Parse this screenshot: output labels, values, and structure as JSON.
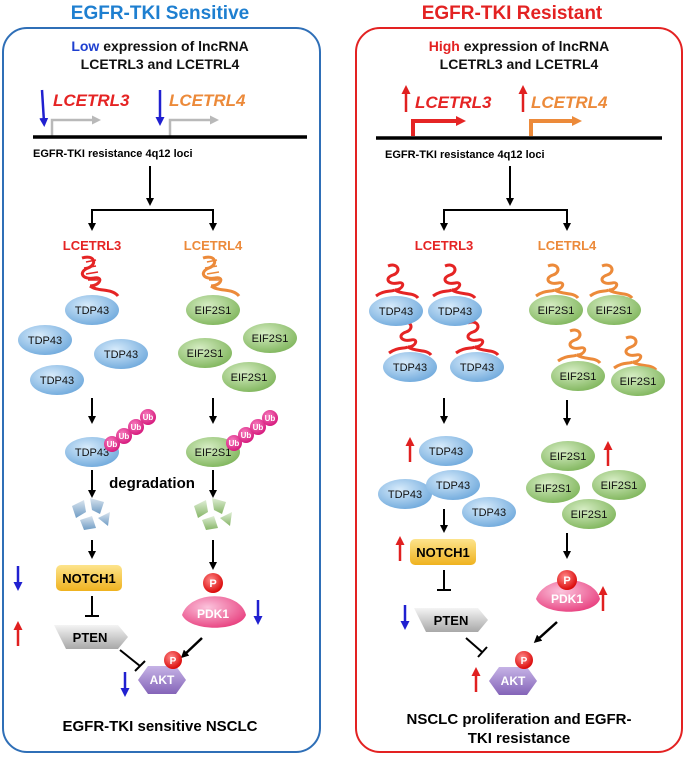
{
  "left": {
    "title": "EGFR-TKI Sensitive",
    "subtitle_highlight": "Low",
    "subtitle_rest": " expression of lncRNA",
    "subtitle_line2": "LCETRL3 and LCETRL4",
    "gene1": "LCETRL3",
    "gene2": "LCETRL4",
    "loci_label": "EGFR-TKI resistance 4q12 loci",
    "branch1": "LCETRL3",
    "branch2": "LCETRL4",
    "protein1": "TDP43",
    "protein2": "EIF2S1",
    "ub": "Ub",
    "degradation": "degradation",
    "notch": "NOTCH1",
    "pten": "PTEN",
    "pdk": "PDK1",
    "akt": "AKT",
    "phospho": "P",
    "conclusion": "EGFR-TKI sensitive NSCLC"
  },
  "right": {
    "title": "EGFR-TKI Resistant",
    "subtitle_highlight": "High",
    "subtitle_rest": " expression of lncRNA",
    "subtitle_line2": "LCETRL3 and LCETRL4",
    "gene1": "LCETRL3",
    "gene2": "LCETRL4",
    "loci_label": "EGFR-TKI resistance 4q12 loci",
    "branch1": "LCETRL3",
    "branch2": "LCETRL4",
    "protein1": "TDP43",
    "protein2": "EIF2S1",
    "notch": "NOTCH1",
    "pten": "PTEN",
    "pdk": "PDK1",
    "akt": "AKT",
    "phospho": "P",
    "conclusion_line1": "NSCLC proliferation and EGFR-",
    "conclusion_line2": "TKI resistance"
  },
  "colors": {
    "sensitive_blue": "#1e7fd0",
    "resistant_red": "#e32222",
    "lcetrl3_red": "#e52424",
    "lcetrl4_orange": "#ec8a3a",
    "tdp43_blue": "#8fc1ea",
    "eif2s1_green": "#8cc16a",
    "notch_yellow": "#f6c62f",
    "pdk_pink": "#ee5593",
    "akt_purple": "#9a7cc4",
    "ub_magenta": "#e6248d",
    "down_arrow_blue": "#2020d0",
    "up_arrow_red": "#e02020"
  }
}
